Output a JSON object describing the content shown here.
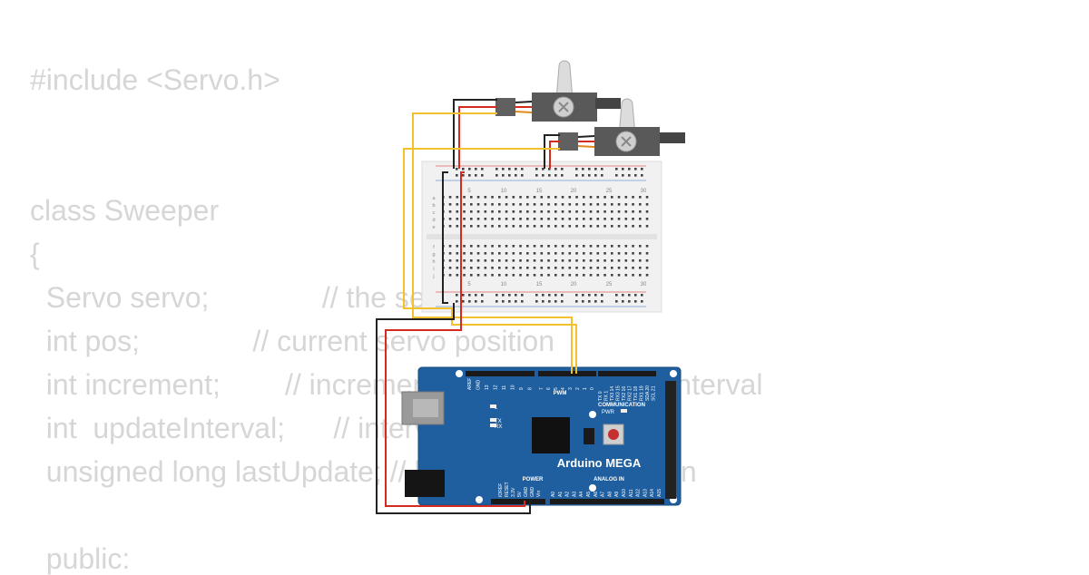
{
  "code": {
    "lines": [
      "#include <Servo.h>",
      "class Sweeper",
      "{",
      "  Servo servo;              // the servo",
      "  int pos;              // current servo position",
      "  int increment;        // increment to move for each interval",
      "  int  updateInterval;      // interval between updates",
      "  unsigned long lastUpdate; // last update of position",
      "  public:"
    ]
  },
  "board": {
    "name": "Arduino MEGA",
    "header_pwm": "PWM",
    "header_communication": "COMMUNICATION",
    "header_power": "POWER",
    "header_analog": "ANALOG IN",
    "led_l": "L",
    "led_tx": "TX",
    "led_rx": "RX",
    "led_pwr": "PWR",
    "pins_top_left": [
      "AREF",
      "GND",
      "13",
      "12",
      "11",
      "10",
      "9",
      "8"
    ],
    "pins_top_pwm": [
      "7",
      "6",
      "5",
      "4",
      "3",
      "2",
      "1",
      "0"
    ],
    "pins_top_comm": [
      "TX 0",
      "RX 1",
      "TX3 14",
      "RX3 15",
      "TX2 16",
      "RX2 17",
      "TX1 18",
      "RX1 19",
      "SDA 20",
      "SCL 21"
    ],
    "pins_power": [
      "IOREF",
      "RESET",
      "3.3V",
      "5V",
      "GND",
      "GND",
      "Vin"
    ],
    "pins_analog": [
      "A0",
      "A1",
      "A2",
      "A3",
      "A4",
      "A5",
      "A6",
      "A7",
      "A8",
      "A9",
      "A10",
      "A11",
      "A12",
      "A13",
      "A14",
      "A15"
    ]
  },
  "breadboard": {
    "column_numbers": [
      "5",
      "10",
      "15",
      "20",
      "25",
      "30"
    ],
    "rows_top": [
      "a",
      "b",
      "c",
      "d",
      "e"
    ],
    "rows_bottom": [
      "f",
      "g",
      "h",
      "i",
      "j"
    ]
  },
  "colors": {
    "code_text": "#d6d6d6",
    "board_blue": "#1f5fa0",
    "wire_yellow": "#f2c12e",
    "wire_red": "#d62a1e",
    "wire_black": "#222222",
    "servo_body": "#555555"
  }
}
